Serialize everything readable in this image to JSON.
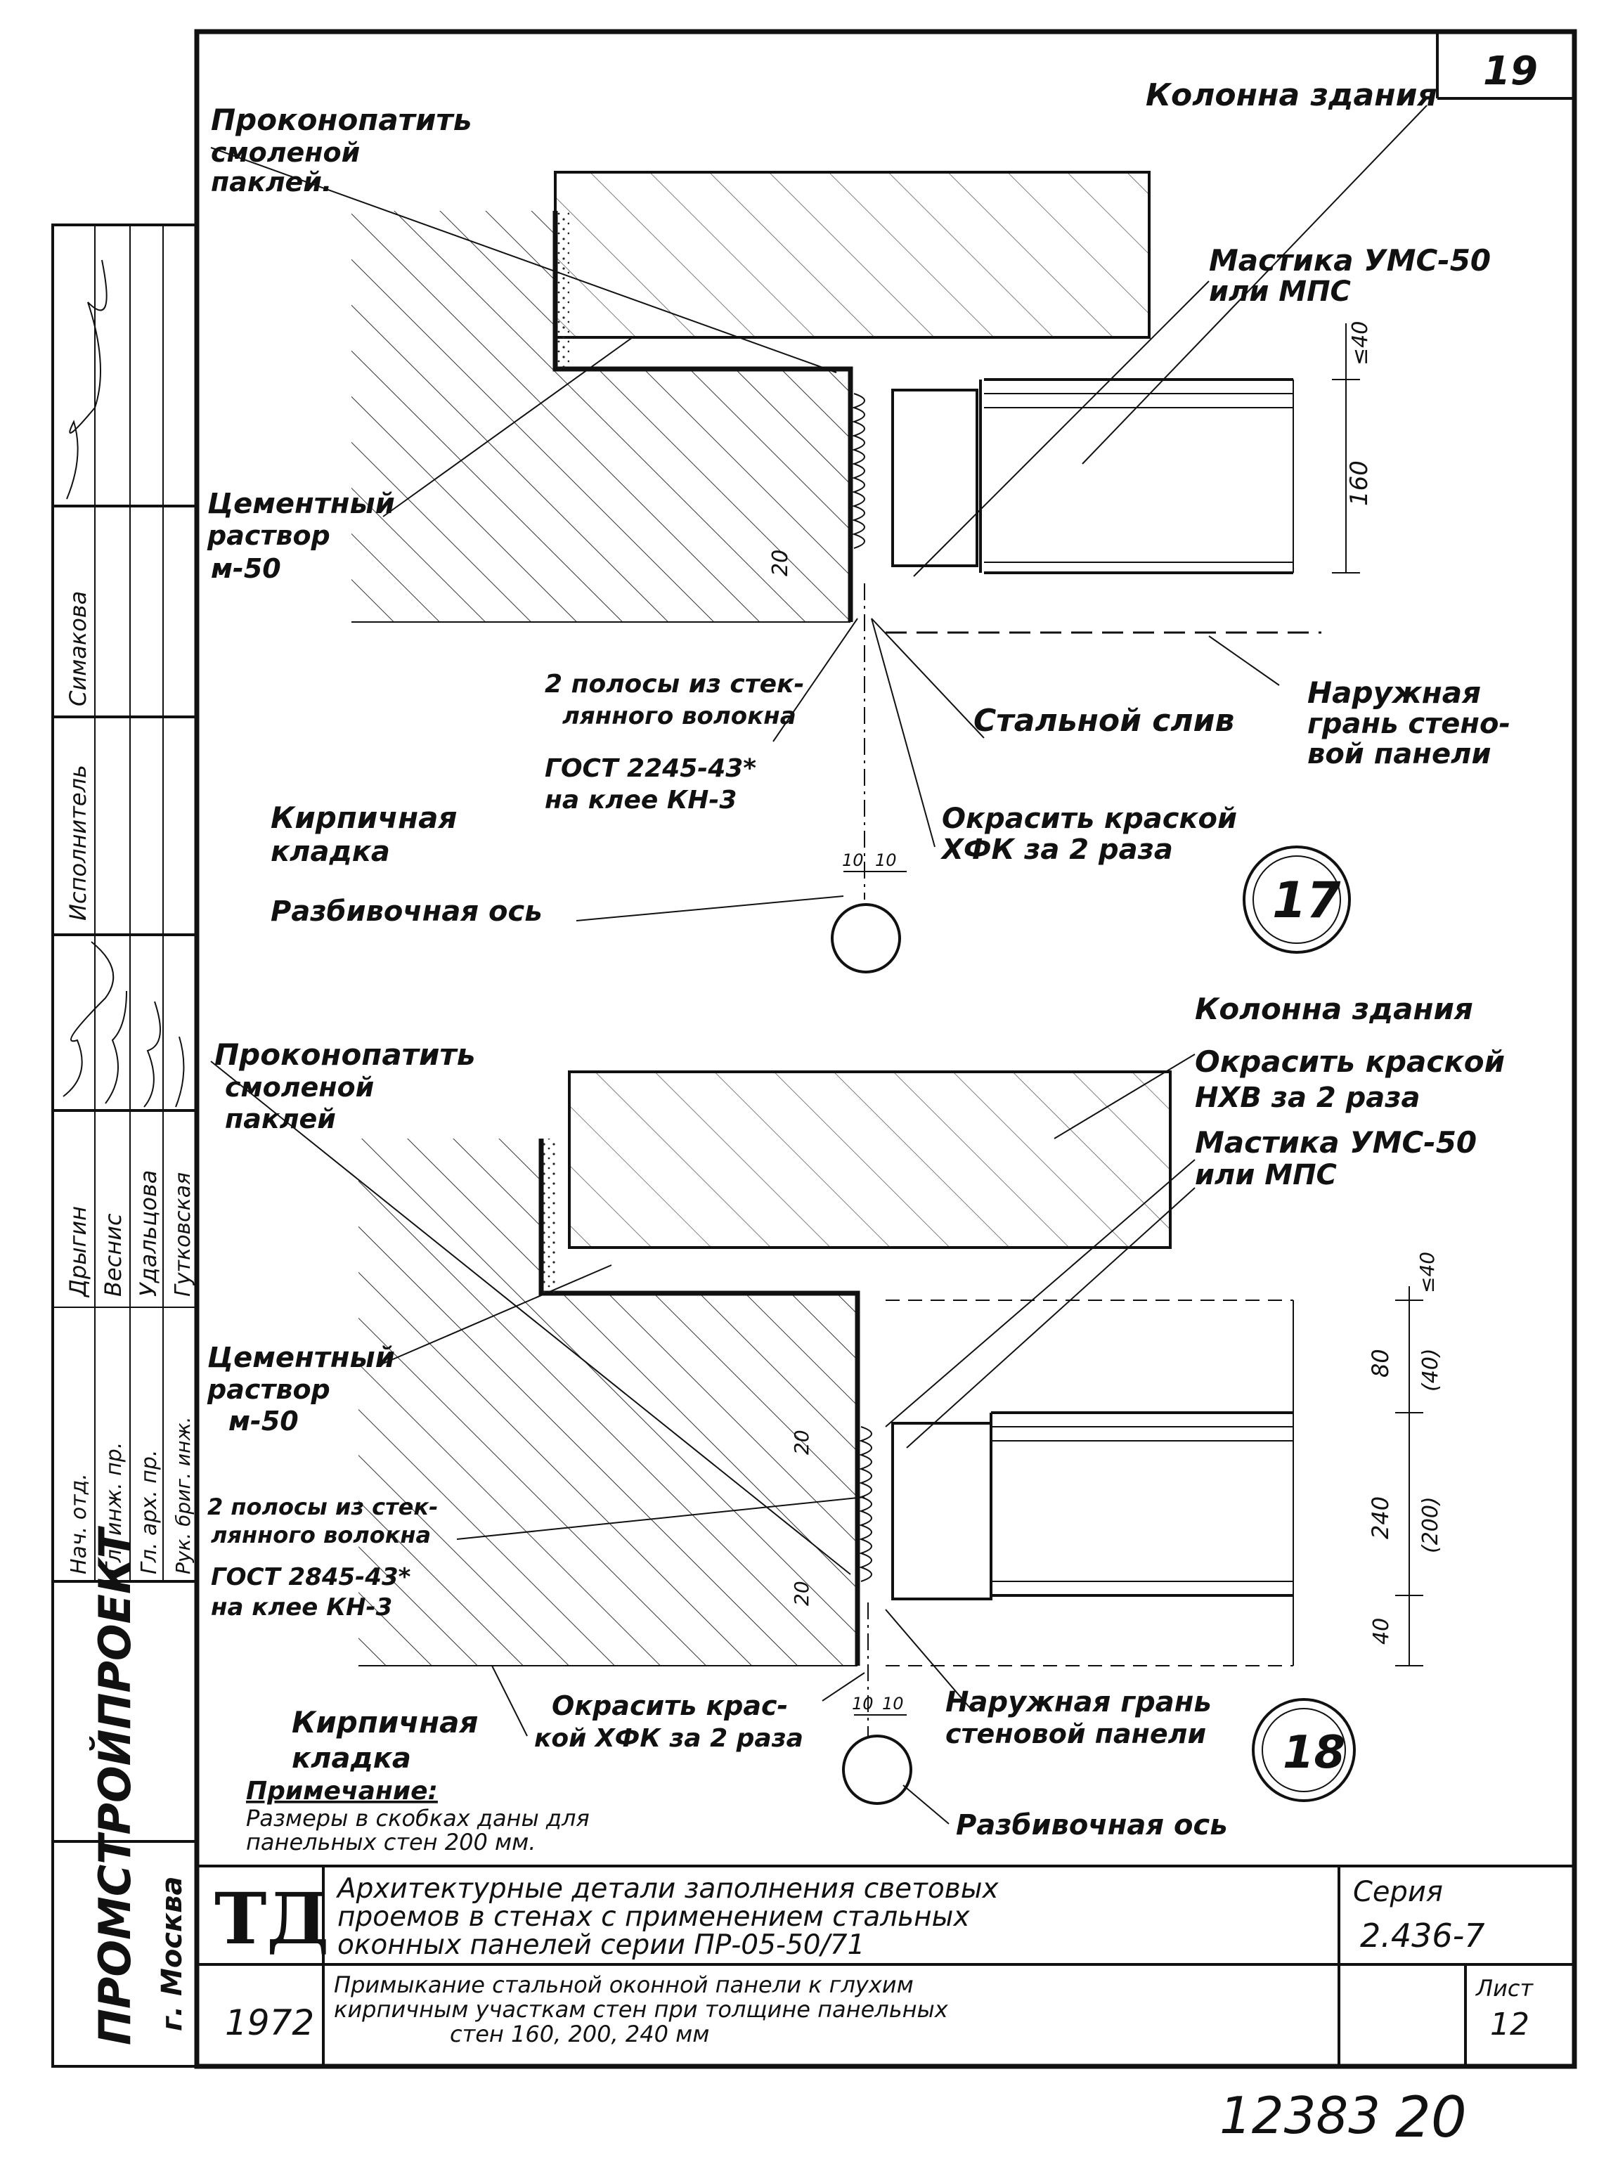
{
  "sheet_number": "19",
  "detail_17": {
    "number": "17",
    "caulk_note_1": "Проконопатить",
    "caulk_note_2": "смоленой",
    "caulk_note_3": "паклей.",
    "column": "Колонна здания",
    "mastic_1": "Мастика УМС-50",
    "mastic_2": "или МПС",
    "mortar_1": "Цементный",
    "mortar_2": "раствор",
    "mortar_3": "м-50",
    "strips_1": "2 полосы из стек-",
    "strips_2": "лянного волокна",
    "gost_1": "ГОСТ 2245-43*",
    "gost_2": "на клее КН-3",
    "drip": "Стальной слив",
    "outer_face_1": "Наружная",
    "outer_face_2": "грань стено-",
    "outer_face_3": "вой панели",
    "brick_1": "Кирпичная",
    "brick_2": "кладка",
    "paint_1": "Окрасить краской",
    "paint_2": "ХФК за 2 раза",
    "axis": "Разбивочная ось",
    "dim_top": "≤40",
    "dim_height": "160",
    "dim_20": "20",
    "dim_10a": "10",
    "dim_10b": "10"
  },
  "detail_18": {
    "number": "18",
    "caulk_note_1": "Проконопатить",
    "caulk_note_2": "смоленой",
    "caulk_note_3": "паклей",
    "column": "Колонна здания",
    "paint_top_1": "Окрасить краской",
    "paint_top_2": "НХВ за 2 раза",
    "mastic_1": "Мастика УМС-50",
    "mastic_2": "или МПС",
    "mortar_1": "Цементный",
    "mortar_2": "раствор",
    "mortar_3": "м-50",
    "strips_1": "2 полосы из стек-",
    "strips_2": "лянного волокна",
    "gost_1": "ГОСТ 2845-43*",
    "gost_2": "на клее КН-3",
    "brick_1": "Кирпичная",
    "brick_2": "кладка",
    "paint_1": "Окрасить крас-",
    "paint_2": "кой ХФК за 2 раза",
    "outer_face_1": "Наружная грань",
    "outer_face_2": "стеновой панели",
    "axis": "Разбивочная ось",
    "dim_top": "≤40",
    "dim_80": "80",
    "dim_80b": "(40)",
    "dim_240": "240",
    "dim_240b": "(200)",
    "dim_40": "40",
    "dim_20a": "20",
    "dim_20b": "20",
    "dim_10a": "10",
    "dim_10b": "10"
  },
  "note": {
    "title": "Примечание:",
    "line_1": "Размеры в скобках даны для",
    "line_2": "панельных стен 200 мм."
  },
  "side_stamp": {
    "org": "ПРОМСТРОЙПРОЕКТ",
    "city": "г. Москва",
    "roles": [
      "Нач. отд.",
      "Гл. инж. пр.",
      "Гл. арх. пр.",
      "Рук. бриг. инж."
    ],
    "names": [
      "Дрыгин",
      "Веснис",
      "Удальцова",
      "Гутковская"
    ],
    "executor_role": "Исполнитель",
    "executor_name": "Симакова"
  },
  "title_block": {
    "logo": "ТД",
    "year": "1972",
    "title_1": "Архитектурные детали заполнения световых",
    "title_2": "проемов в стенах с применением стальных",
    "title_3": "оконных панелей серии ПР-05-50/71",
    "subtitle_1": "Примыкание стальной оконной панели к глухим",
    "subtitle_2": "кирпичным участкам стен при толщине панельных",
    "subtitle_3": "стен 160, 200, 240 мм",
    "series_label": "Серия",
    "series_value": "2.436-7",
    "sheet_label": "Лист",
    "sheet_value": "12"
  },
  "archive_number": "12383",
  "archive_page": "20"
}
